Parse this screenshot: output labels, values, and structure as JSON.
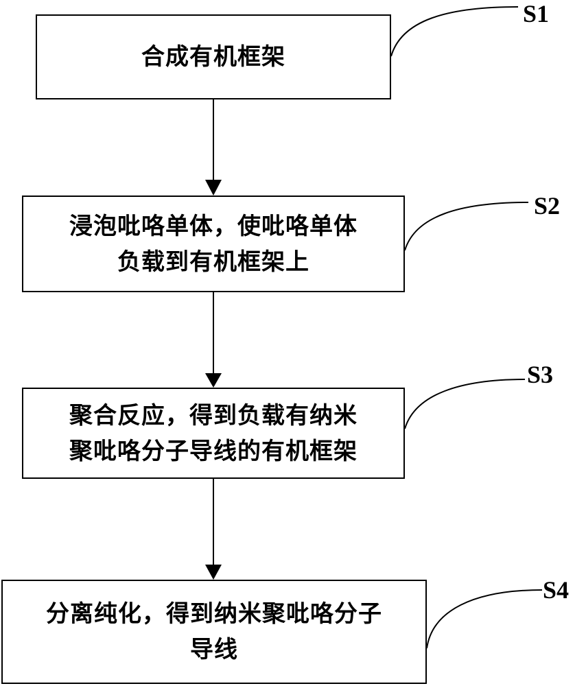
{
  "steps": [
    {
      "label": "S1",
      "text": "合成有机框架"
    },
    {
      "label": "S2",
      "text": "浸泡吡咯单体，使吡咯单体\n负载到有机框架上"
    },
    {
      "label": "S3",
      "text": "聚合反应，得到负载有纳米\n聚吡咯分子导线的有机框架"
    },
    {
      "label": "S4",
      "text": "分离纯化，得到纳米聚吡咯分子\n导线"
    }
  ]
}
